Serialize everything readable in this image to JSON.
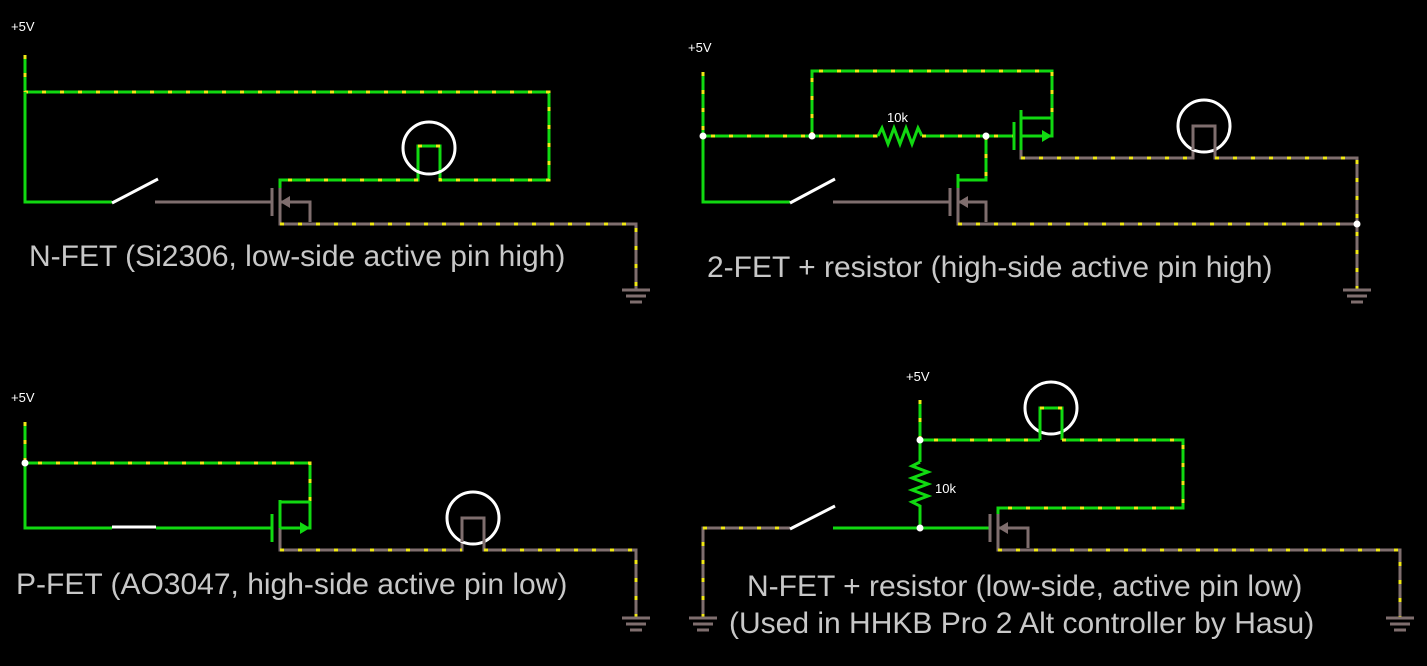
{
  "circuits": [
    {
      "caption": "N-FET (Si2306, low-side active pin high)",
      "supply": "+5V"
    },
    {
      "caption": "2-FET + resistor (high-side active pin high)",
      "supply": "+5V",
      "resistor": "10k"
    },
    {
      "caption": "P-FET (AO3047, high-side active pin low)",
      "supply": "+5V"
    },
    {
      "caption": "N-FET + resistor (low-side, active pin low)",
      "caption2": "(Used in HHKB Pro 2 Alt controller by Hasu)",
      "supply": "+5V",
      "resistor": "10k"
    }
  ],
  "colors": {
    "wire_on": "#11d911",
    "wire_off": "#7f6e6e",
    "current_dots": "#f0e816",
    "background": "#000000"
  },
  "icons": [
    "n-fet-icon",
    "p-fet-icon",
    "resistor-icon",
    "switch-icon",
    "lamp-icon",
    "ground-icon"
  ]
}
